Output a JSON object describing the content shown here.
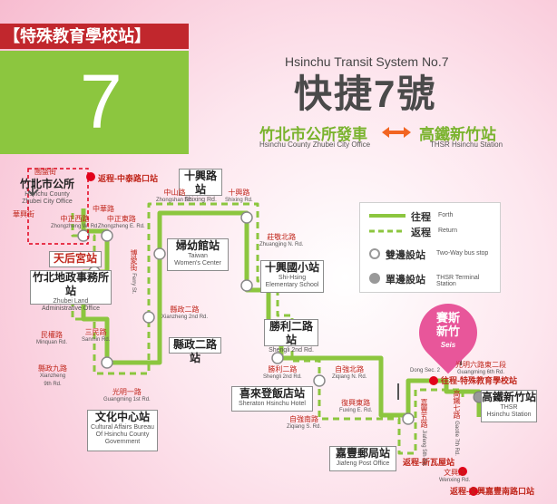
{
  "header": {
    "badge": "【特殊教育學校站】",
    "route_number": "7",
    "system_en": "Hsinchu Transit System No.7",
    "route_title": "快捷7號",
    "origin_cn": "竹北市公所發車",
    "origin_en": "Hsinchu County Zhubei City Office",
    "dest_cn": "高鐵新竹站",
    "dest_en": "THSR Hsinchu Station"
  },
  "legend": {
    "forth_cn": "往程",
    "forth_en": "Forth",
    "return_cn": "返程",
    "return_en": "Return",
    "twoway_cn": "雙邊設站",
    "twoway_en": "Two-Way bus stop",
    "terminal_cn": "單邊設站",
    "terminal_en": "THSR Terminal Station",
    "colors": {
      "forth": "#8cc63f",
      "return": "#8cc63f",
      "twoway": "#ffffff",
      "terminal": "#999999"
    }
  },
  "logo": {
    "line1": "賽斯",
    "line2": "新竹",
    "mark": "Seis"
  },
  "stations": {
    "zhubei_office": {
      "cn": "竹北市公所",
      "en1": "Hsinchu County",
      "en2": "Zhubei City Office"
    },
    "tianhou": {
      "cn": "天后宮站"
    },
    "zhubei_land": {
      "cn": "竹北地政事務所站",
      "en1": "Zhubei Land",
      "en2": "Administrative Office"
    },
    "women_center": {
      "cn": "婦幼館站",
      "en1": "Taiwan",
      "en2": "Women's Center"
    },
    "shixing": {
      "cn": "十興路站",
      "en1": "Shixing Rd."
    },
    "shixing_school": {
      "cn": "十興國小站",
      "en1": "Shi-Hsing",
      "en2": "Elementary School"
    },
    "xianzheng2": {
      "cn": "縣政二路站"
    },
    "shengli2": {
      "cn": "勝利二路站",
      "en1": "Shengli 2nd Rd."
    },
    "culture": {
      "cn": "文化中心站",
      "en1": "Cultural Affairs Bureau",
      "en2": "Of Hsinchu County",
      "en3": "Government"
    },
    "sheraton": {
      "cn": "喜來登飯店站",
      "en1": "Sheraton Hsinchu Hotel"
    },
    "jiafeng_post": {
      "cn": "嘉豐郵局站",
      "en1": "Jiafeng Post Office"
    },
    "thsr": {
      "cn": "高鐵新竹站",
      "en1": "THSR",
      "en2": "Hsinchu Station"
    }
  },
  "stops": {
    "zhongtai": "返程-中泰路口站",
    "special_school": "往程-特殊教育學校站",
    "xinyuan": "返程-新瓦屋站",
    "wenxing": "返程-文興嘉豐南路口站"
  },
  "roads": {
    "guanglu": {
      "cn": "國盛街"
    },
    "huabeijie": {
      "cn": "華興街"
    },
    "zhongzheng_w": {
      "cn": "中正西路",
      "en": "Zhongzheng W. Rd."
    },
    "zhongzheng_e": {
      "cn": "中正東路",
      "en": "Zhongzheng E. Rd."
    },
    "zhonghua": {
      "cn": "中華路"
    },
    "zhongshan": {
      "cn": "中山路",
      "en": "Zhongshan Rd."
    },
    "shixing_rd": {
      "cn": "十興路",
      "en": "Shixing Rd."
    },
    "zhuangjing_n": {
      "cn": "莊敬北路",
      "en": "Zhuangjing N. Rd."
    },
    "ferry": {
      "cn": "博愛街",
      "en": "Ferry St."
    },
    "xianzheng2_rd": {
      "cn": "縣政二路",
      "en": "Xianzheng 2nd Rd."
    },
    "sanmin": {
      "cn": "三民路",
      "en": "Sanmin Rd."
    },
    "minquan": {
      "cn": "民權路",
      "en": "Minquan Rd."
    },
    "xianzheng9": {
      "cn": "縣政九路",
      "en1": "Xianzheng",
      "en2": "9th Rd."
    },
    "guangming1": {
      "cn": "光明一路",
      "en": "Guangming 1st Rd."
    },
    "shengli2_rd": {
      "cn": "勝利二路",
      "en": "Shengli 2nd Rd."
    },
    "ziqiang_n": {
      "cn": "自強北路",
      "en": "Ziqiang N. Rd."
    },
    "ziqiang_s": {
      "cn": "自強南路",
      "en": "Ziqiang S. Rd."
    },
    "fuxing": {
      "cn": "復興東路",
      "en": "Fuxing E. Rd."
    },
    "jiafeng5": {
      "cn": "嘉豐五路",
      "en": "Jiafeng 5th Rd."
    },
    "wenxing_rd": {
      "cn": "文興路",
      "en": "Wenxing Rd."
    },
    "gaotie7": {
      "cn": "高鐵七路",
      "en": "Gaotie 7th Rd."
    },
    "guangming6": {
      "cn": "光明六路東二段",
      "en": "Guangming 6th Rd."
    },
    "dong_sec": {
      "en": "Dong Sec. 2"
    }
  }
}
